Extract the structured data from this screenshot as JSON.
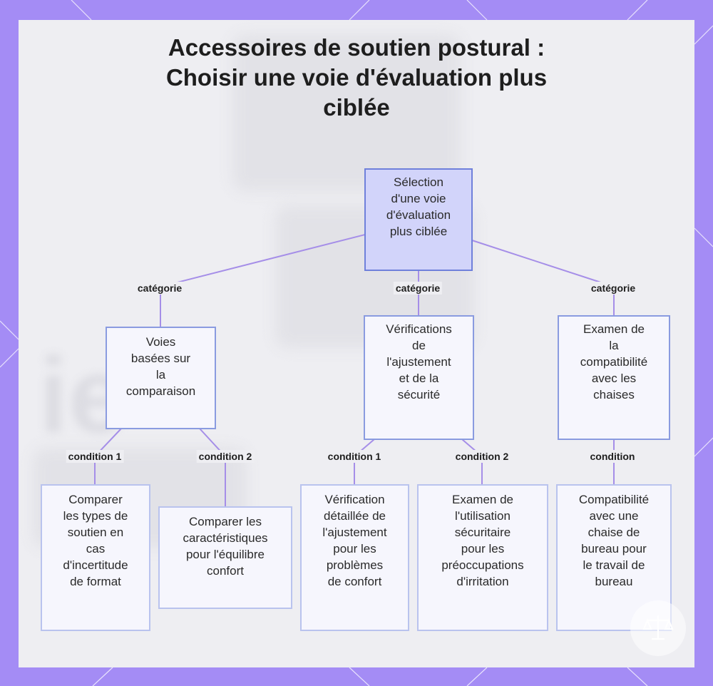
{
  "title": "Accessoires de soutien postural :\nChoisir une voie d'évaluation plus ciblée",
  "title_lines": [
    "Accessoires de soutien postural :",
    "Choisir une voie d'évaluation plus",
    "ciblée"
  ],
  "nodes": {
    "root": "Sélection\nd'une voie\nd'évaluation\nplus ciblée",
    "comparison": "Voies\nbasées sur\nla\ncomparaison",
    "fit_safety": "Vérifications\nde\nl'ajustement\net de la\nsécurité",
    "chair": "Examen de\nla\ncompatibilité\navec les\nchaises",
    "compare_types": "Comparer\nles types de\nsoutien en\ncas\nd'incertitude\nde format",
    "compare_features": "Comparer les\ncaractéristiques\npour l'équilibre\nconfort",
    "fit_check": "Vérification\ndétaillée de\nl'ajustement\npour les\nproblèmes\nde confort",
    "safe_use": "Examen de\nl'utilisation\nsécuritaire\npour les\npréoccupations\nd'irritation",
    "office_chair": "Compatibilité\navec une\nchaise de\nbureau pour\nle travail de\nbureau"
  },
  "edge_labels": {
    "cat1": "catégorie",
    "cat2": "catégorie",
    "cat3": "catégorie",
    "cond1a": "condition 1",
    "cond1b": "condition 2",
    "cond2a": "condition 1",
    "cond2b": "condition 2",
    "cond3": "condition"
  },
  "colors": {
    "frame": "#a48cf5",
    "root_fill": "#d2d4fa",
    "node_fill": "#f6f6fd",
    "edge": "#a58ee8"
  },
  "icons": {
    "logo": "balance-scale-icon"
  }
}
